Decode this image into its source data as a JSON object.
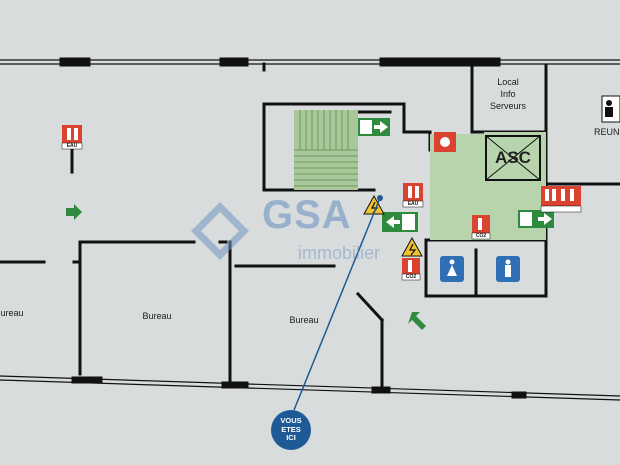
{
  "labels": {
    "local_info": "Local\nInfo\nServeurs",
    "bureau_left": "ureau",
    "bureau_center": "Bureau",
    "bureau_right": "Bureau",
    "asc": "ASC",
    "reun": "REUN",
    "vous_etes_ici": "VOUS\nETES\nICI"
  },
  "watermark": {
    "brand": "GSA",
    "subtitle": "immobilier"
  },
  "extinguisher_tags": {
    "eau": "EAU",
    "co2": "CO2"
  },
  "colors": {
    "background": "#d9dcdd",
    "walls": "#111111",
    "exit_green": "#2e8b3e",
    "stair_green": "#a9c79a",
    "lobby_green": "#b8d4ac",
    "extinguisher_red": "#d9432f",
    "wc_blue": "#2f6fb5",
    "marker_blue": "#1e5a96",
    "watermark": "#6f94c0"
  },
  "icons": [
    "fire-extinguisher-icon",
    "emergency-exit-icon",
    "direction-arrow-icon",
    "electrical-hazard-icon",
    "female-wc-icon",
    "male-wc-icon",
    "fire-alarm-button-icon",
    "meeting-room-icon",
    "you-are-here-marker-icon"
  ]
}
